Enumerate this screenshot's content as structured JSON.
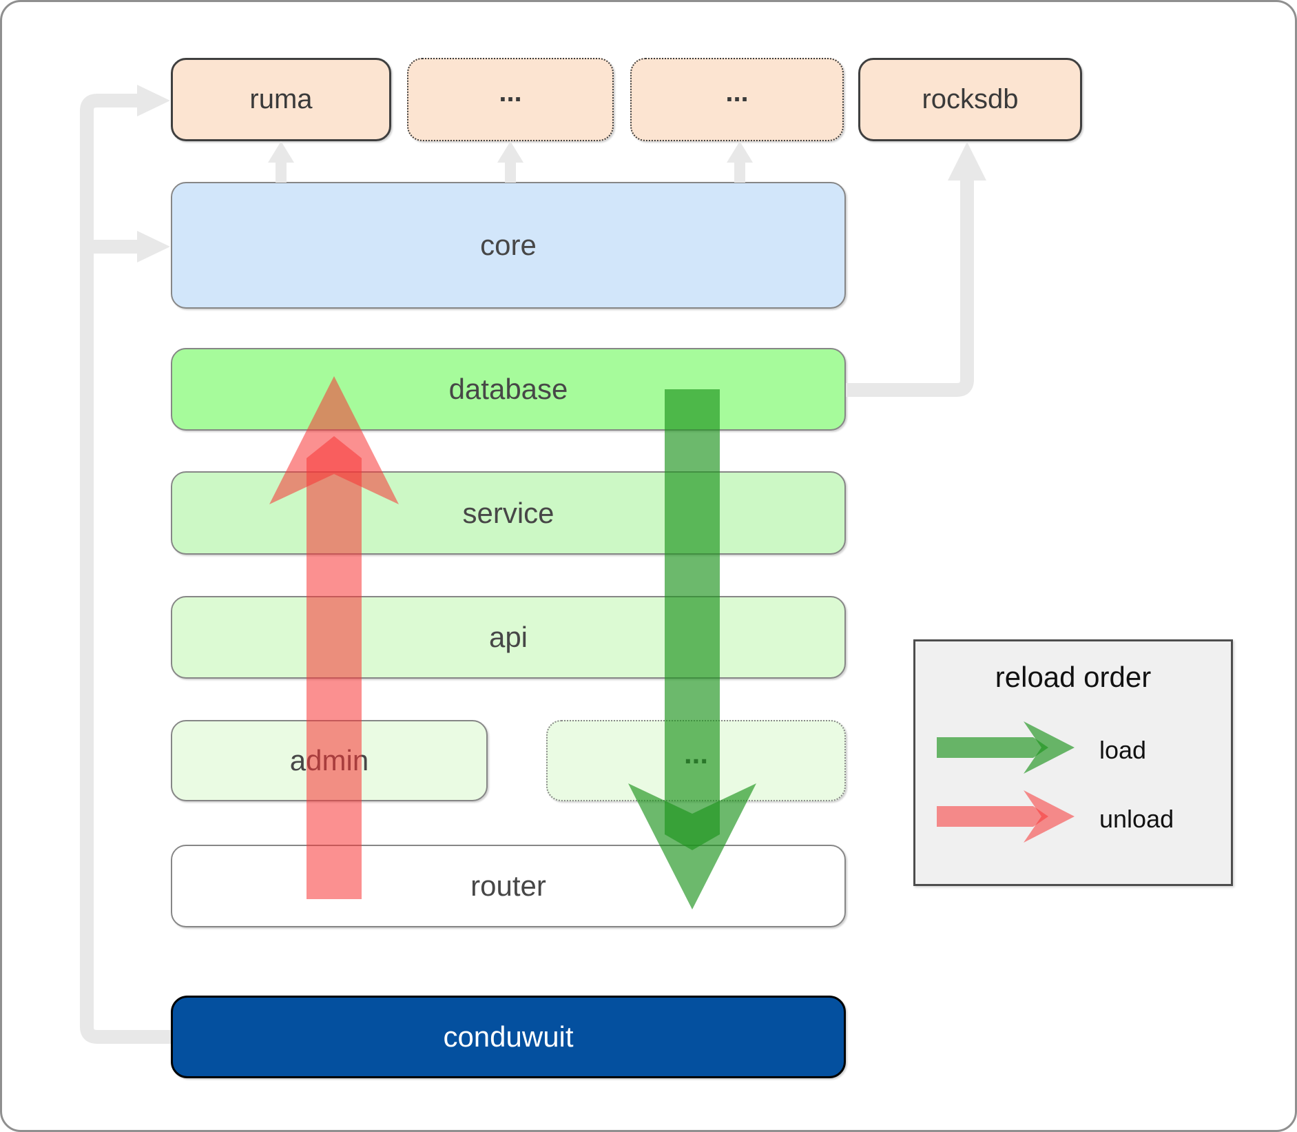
{
  "colors": {
    "crate_fill": "#fce4d1",
    "core_fill": "#d2e6fa",
    "database_fill": "#a6fb9b",
    "service_fill": "#ccf8c5",
    "api_fill": "#dcfad3",
    "admin_fill": "#eafbe3",
    "router_fill": "#ffffff",
    "conduwuit_fill": "#04509f",
    "conduwuit_text": "#ffffff",
    "label_text": "#474747",
    "legend_bg": "#f0f0f0",
    "load_arrow": "rgba(29,147,29,0.65)",
    "unload_arrow": "rgba(248,53,53,0.55)",
    "connector": "#e8e8e8"
  },
  "crates": {
    "ruma": {
      "label": "ruma"
    },
    "dep_a": {
      "label": "..."
    },
    "dep_b": {
      "label": "..."
    },
    "rocksdb": {
      "label": "rocksdb"
    }
  },
  "layers": {
    "core": {
      "label": "core"
    },
    "database": {
      "label": "database"
    },
    "service": {
      "label": "service"
    },
    "api": {
      "label": "api"
    },
    "admin": {
      "label": "admin"
    },
    "workers": {
      "label": "..."
    },
    "router": {
      "label": "router"
    },
    "conduwuit": {
      "label": "conduwuit"
    }
  },
  "legend": {
    "title": "reload order",
    "load": {
      "label": "load"
    },
    "unload": {
      "label": "unload"
    }
  }
}
